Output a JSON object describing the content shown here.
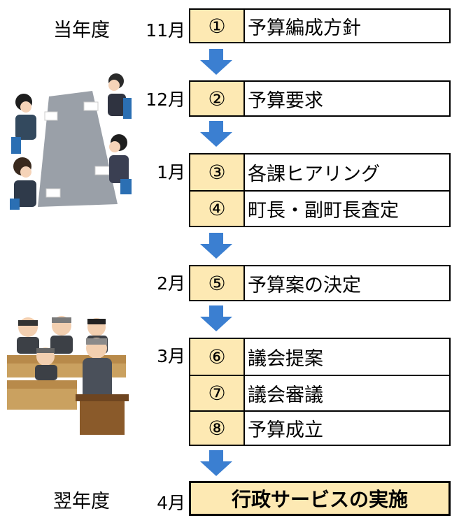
{
  "years": {
    "current": "当年度",
    "next": "翌年度"
  },
  "months": {
    "nov": "11月",
    "dec": "12月",
    "jan": "1月",
    "feb": "2月",
    "mar": "3月",
    "apr": "4月"
  },
  "steps": [
    {
      "num": "①",
      "label": "予算編成方針"
    },
    {
      "num": "②",
      "label": "予算要求"
    },
    {
      "num": "③",
      "label": "各課ヒアリング"
    },
    {
      "num": "④",
      "label": "町長・副町長査定"
    },
    {
      "num": "⑤",
      "label": "予算案の決定"
    },
    {
      "num": "⑥",
      "label": "議会提案"
    },
    {
      "num": "⑦",
      "label": "議会審議"
    },
    {
      "num": "⑧",
      "label": "予算成立"
    }
  ],
  "final": {
    "label": "行政サービスの実施"
  },
  "colors": {
    "step_fill": "#fde9b3",
    "arrow": "#3b7fd1",
    "border": "#000000"
  },
  "icons": {
    "meeting": "meeting-illustration-icon",
    "assembly": "assembly-illustration-icon"
  }
}
